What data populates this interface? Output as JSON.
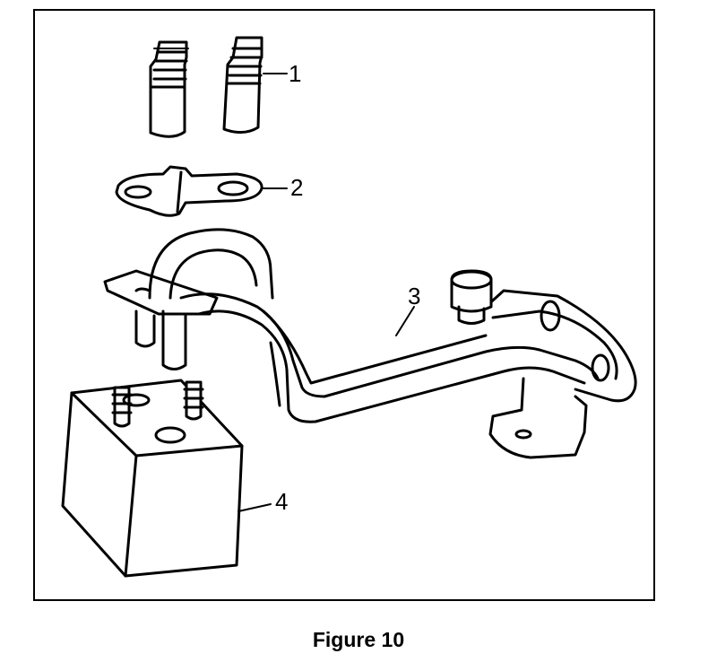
{
  "callouts": [
    "1",
    "2",
    "3",
    "4"
  ],
  "caption": "Figure 10",
  "colors": {
    "line": "#000000",
    "background": "#ffffff"
  }
}
